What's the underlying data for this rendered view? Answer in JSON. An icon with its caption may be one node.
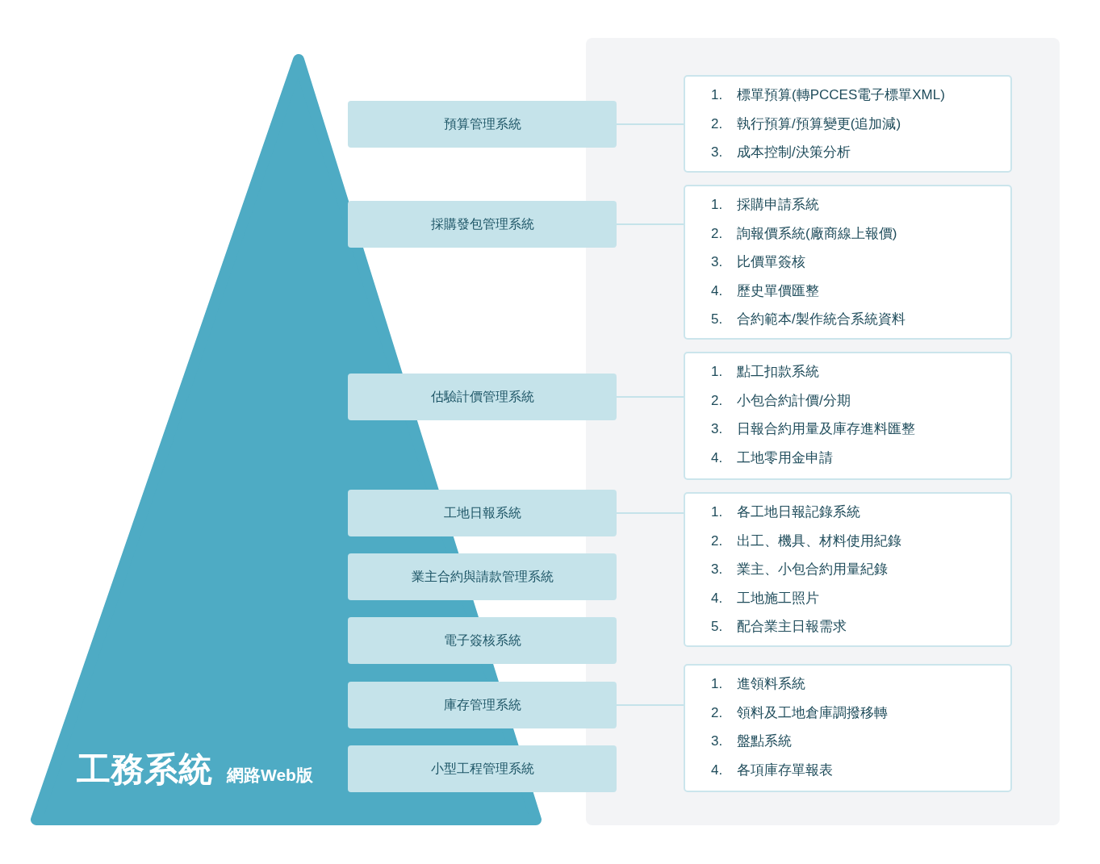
{
  "diagram": {
    "nodes": [
      {
        "text": [
          "工務系統",
          "網路Web版"
        ]
      },
      {
        "text": [
          "預算管理系統"
        ]
      },
      {
        "text": [
          "採購發包管理系統"
        ]
      },
      {
        "text": [
          "估驗計價管理系統"
        ]
      },
      {
        "text": [
          "工地日報系統"
        ]
      },
      {
        "text": [
          "業主合約與請款管理系統"
        ]
      },
      {
        "text": [
          "電子簽核系統"
        ]
      },
      {
        "text": [
          "庫存管理系統"
        ]
      },
      {
        "text": [
          "小型工程管理系統"
        ]
      },
      {
        "text": [
          "1. 標單預算(轉PCCES電子標單XML)",
          "2. 執行預算/預算變更(追加減)",
          "3. 成本控制/決策分析"
        ]
      },
      {
        "text": [
          "1. 採購申請系統",
          "2. 詢報價系統(廠商線上報價)",
          "3. 比價單簽核",
          "4. 歷史單價匯整",
          "5. 合約範本/製作統合系統資料"
        ]
      },
      {
        "text": [
          "1. 點工扣款系統",
          "2. 小包合約計價/分期",
          "3. 日報合約用量及庫存進料匯整",
          "4. 工地零用金申請"
        ]
      },
      {
        "text": [
          "1. 各工地日報記錄系統",
          "2. 出工、機具、材料使用紀錄",
          "3. 業主、小包合約用量紀錄",
          "4. 工地施工照片",
          "5. 配合業主日報需求"
        ]
      },
      {
        "text": [
          "1. 進領料系統",
          "2. 領料及工地倉庫調撥移轉",
          "3. 盤點系統",
          "4. 各項庫存單報表"
        ]
      }
    ],
    "edges": [
      {
        "from": 1,
        "to": 9,
        "arrow": "none"
      },
      {
        "from": 2,
        "to": 10,
        "arrow": "none"
      },
      {
        "from": 3,
        "to": 11,
        "arrow": "none"
      },
      {
        "from": 4,
        "to": 12,
        "arrow": "none"
      },
      {
        "from": 7,
        "to": 13,
        "arrow": "none"
      }
    ]
  }
}
